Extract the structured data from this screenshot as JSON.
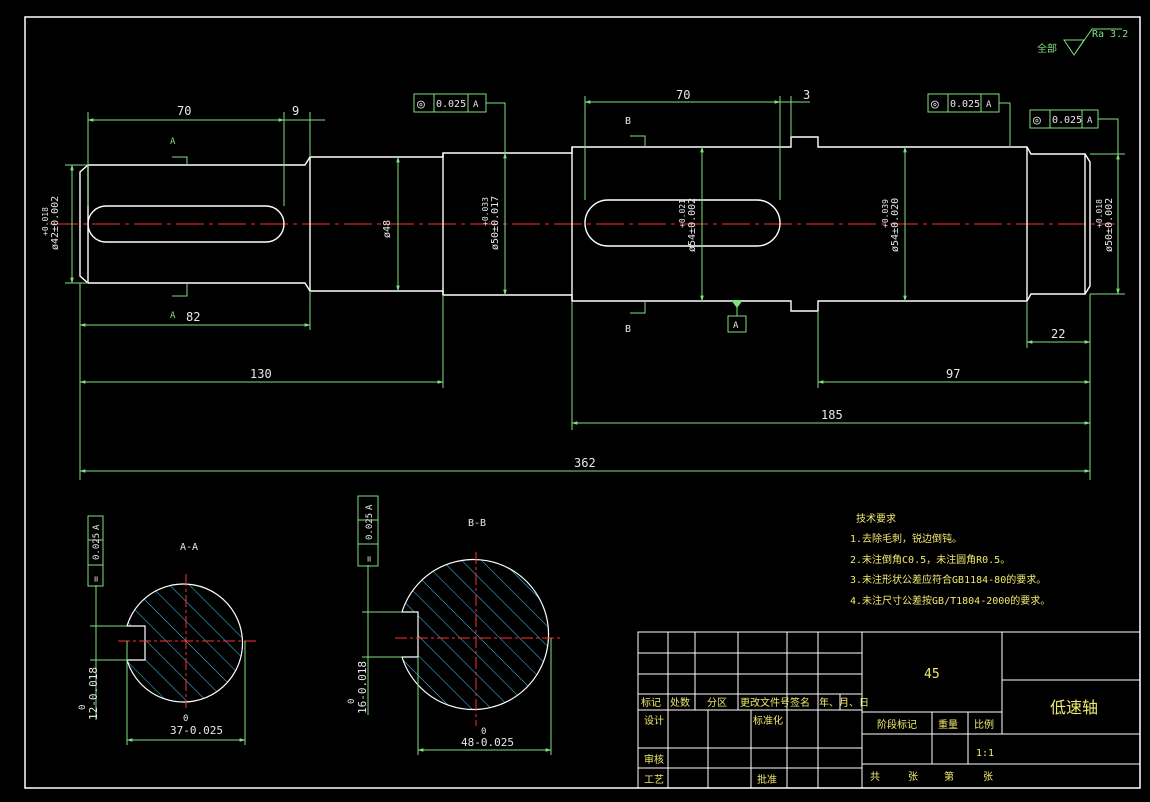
{
  "roughness": {
    "note": "全部",
    "value": "Ra 3.2"
  },
  "dimensions": {
    "key_left_len": "70",
    "key_left_offset": "9",
    "key_mid_len": "70",
    "key_mid_offset": "3",
    "d_left": "ø42±0.002",
    "d_left_tol": "+0.018",
    "d_48": "ø48",
    "d_50a": "ø50±0.017",
    "d_50a_tol": "+0.033",
    "d_54a": "ø54±0.002",
    "d_54a_tol": "+0.021",
    "d_54b": "ø54±0.020",
    "d_54b_tol": "+0.039",
    "d_50b": "ø50±0.002",
    "d_50b_tol": "+0.018",
    "len_82": "82",
    "len_130": "130",
    "len_97": "97",
    "len_22": "22",
    "len_185": "185",
    "len_362": "362"
  },
  "tolerance_frames": {
    "f1": {
      "sym": "◎",
      "val": "0.025",
      "ref": "A"
    },
    "f2": {
      "sym": "◎",
      "val": "0.025",
      "ref": "A"
    },
    "f3": {
      "sym": "◎",
      "val": "0.025",
      "ref": "A"
    },
    "sec_a": {
      "sym": "=",
      "val": "0.025",
      "ref": "A"
    },
    "sec_b": {
      "sym": "=",
      "val": "0.025",
      "ref": "A"
    }
  },
  "datum": "A",
  "section_marks": {
    "a": "A",
    "b": "B"
  },
  "sections": {
    "aa": {
      "title": "A-A",
      "key_depth": "12-0.018",
      "key_depth_zero": "0",
      "width": "37-0.025",
      "width_zero": "0"
    },
    "bb": {
      "title": "B-B",
      "key_depth": "16-0.018",
      "key_depth_zero": "0",
      "width": "48-0.025",
      "width_zero": "0"
    }
  },
  "tech_req": {
    "title": "技术要求",
    "items": [
      "1.去除毛刺，锐边倒钝。",
      "2.未注倒角C0.5，未注圆角R0.5。",
      "3.未注形状公差应符合GB1184-80的要求。",
      "4.未注尺寸公差按GB/T1804-2000的要求。"
    ]
  },
  "title_block": {
    "material": "45",
    "part_name": "低速轴",
    "rev_headers": [
      "标记",
      "处数",
      "分区",
      "更改文件号",
      "签名",
      "年、月、日"
    ],
    "design": "设计",
    "standard": "标准化",
    "review": "审核",
    "process": "工艺",
    "approve": "批准",
    "stage": "阶段标记",
    "weight": "重量",
    "scale": "比例",
    "scale_value": "1:1",
    "sheets": [
      "共",
      "张",
      "第",
      "张"
    ]
  }
}
